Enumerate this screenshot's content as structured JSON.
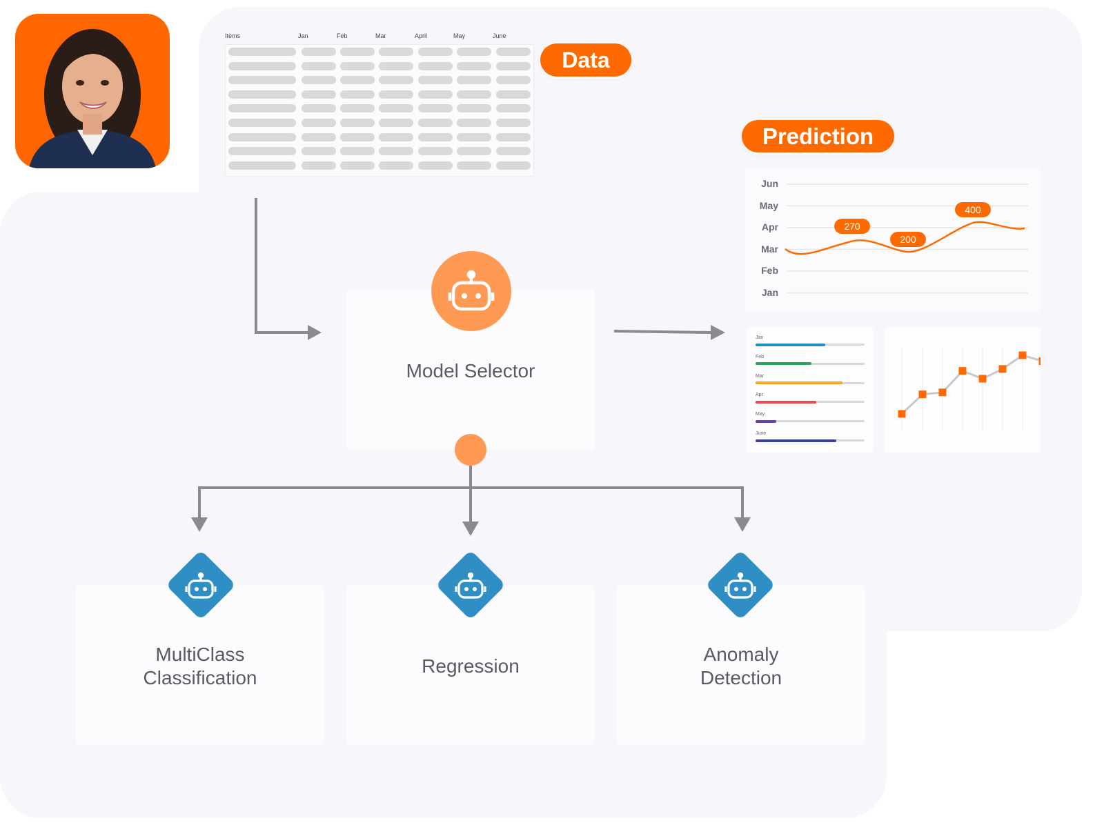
{
  "table": {
    "headers": [
      "Items",
      "Jan",
      "Feb",
      "Mar",
      "April",
      "May",
      "June"
    ],
    "row_count": 9
  },
  "labels": {
    "data": "Data",
    "prediction": "Prediction"
  },
  "model_selector": {
    "label": "Model Selector",
    "icon": "robot-icon"
  },
  "models": [
    {
      "line1": "MultiClass",
      "line2": "Classification",
      "icon": "robot-icon"
    },
    {
      "line1": "Regression",
      "line2": "",
      "icon": "robot-icon"
    },
    {
      "line1": "Anomaly",
      "line2": "Detection",
      "icon": "robot-icon"
    }
  ],
  "colors": {
    "accent": "#ff6a00",
    "node_orange": "#ff9a55",
    "diamond_blue": "#2f8fc4",
    "arrow_gray": "#8a8a90"
  },
  "chart_data": [
    {
      "type": "line",
      "y_categories": [
        "Jun",
        "May",
        "Apr",
        "Mar",
        "Feb",
        "Jan"
      ],
      "annotations": [
        {
          "label": "270"
        },
        {
          "label": "200"
        },
        {
          "label": "400"
        }
      ],
      "grid": true,
      "color": "#ff6a00"
    },
    {
      "type": "bar",
      "orientation": "horizontal",
      "categories": [
        "Jan",
        "Feb",
        "Mar",
        "Apr",
        "May",
        "June"
      ],
      "values": [
        0.64,
        0.51,
        0.8,
        0.56,
        0.19,
        0.74
      ],
      "colors": [
        "#1f8fc8",
        "#2aa55a",
        "#f5a623",
        "#e84b4b",
        "#6c3fb0",
        "#3b3fa8"
      ],
      "range": [
        0,
        1
      ]
    },
    {
      "type": "line",
      "values": [
        0,
        1,
        1.1,
        2.2,
        1.8,
        2.3,
        3.0,
        2.7
      ],
      "marker": "square",
      "marker_color": "#ff6a00",
      "line_color": "#c8c8cc"
    }
  ]
}
